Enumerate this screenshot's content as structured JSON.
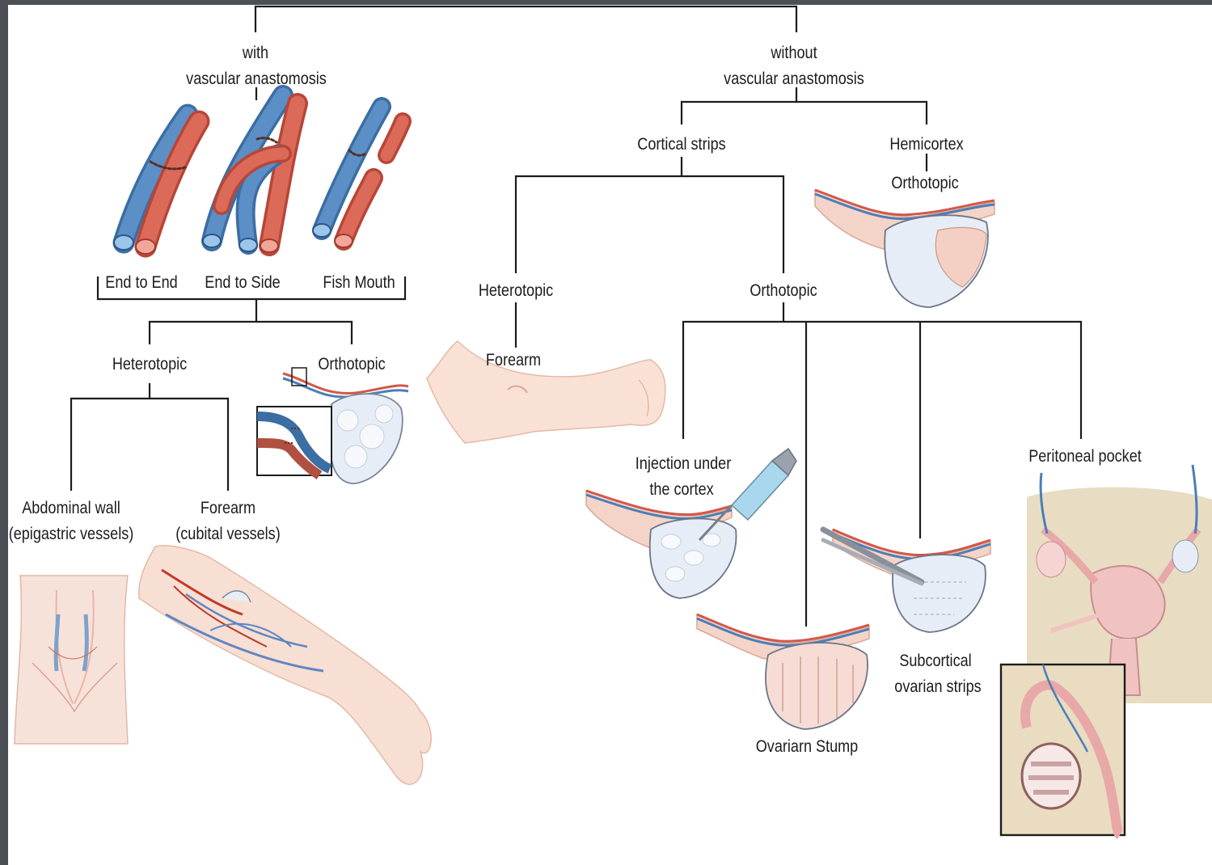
{
  "colors": {
    "vein": "#4a7fb8",
    "artery": "#d2584a",
    "tissue": "#f6ddd2",
    "ovary": "#e7edf6",
    "line": "#1c1c1c",
    "backdrop": "#4d4f57"
  },
  "left_branch": {
    "title_line1": "with",
    "title_line2": "vascular anastomosis",
    "techniques": [
      "End to End",
      "End to Side",
      "Fish Mouth"
    ],
    "heterotopic": "Heterotopic",
    "orthotopic": "Orthotopic",
    "abdominal_line1": "Abdominal wall",
    "abdominal_line2": "(epigastric vessels)",
    "forearm_line1": "Forearm",
    "forearm_line2": "(cubital vessels)"
  },
  "right_branch": {
    "title_line1": "without",
    "title_line2": "vascular anastomosis",
    "cortical_strips": "Cortical strips",
    "hemicortex": "Hemicortex",
    "hemicortex_orthotopic": "Orthotopic",
    "heterotopic": "Heterotopic",
    "heterotopic_forearm": "Forearm",
    "orthotopic": "Orthotopic",
    "injection_line1": "Injection under",
    "injection_line2": "the cortex",
    "stump": "Ovariarn Stump",
    "subcortical_line1": "Subcortical",
    "subcortical_line2": "ovarian strips",
    "peritoneal": "Peritoneal pocket"
  }
}
